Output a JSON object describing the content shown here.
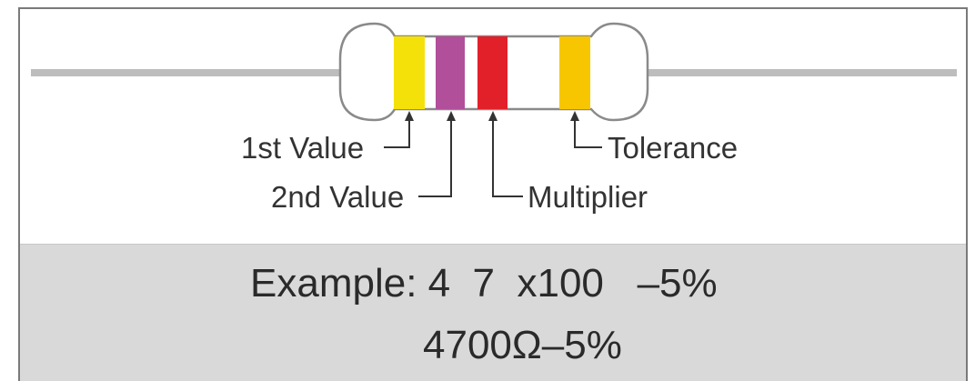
{
  "resistor": {
    "body_color": "#ffffff",
    "lead_color": "#bdbdbd",
    "outline_color": "#8a8a8a",
    "bands": [
      {
        "name": "1st Value",
        "color": "#f5e10a"
      },
      {
        "name": "2nd Value",
        "color": "#b24f9a"
      },
      {
        "name": "Multiplier",
        "color": "#e2202a"
      },
      {
        "name": "Tolerance",
        "color": "#f7c600"
      }
    ]
  },
  "labels": {
    "first_value": "1st Value",
    "second_value": "2nd Value",
    "multiplier": "Multiplier",
    "tolerance": "Tolerance"
  },
  "example": {
    "line1": "Example: 4  7  x100   –5%",
    "line2": "4700Ω–5%"
  },
  "colors": {
    "panel_background": "#d9d9d9",
    "text": "#2a2a2a",
    "pointer": "#333333"
  }
}
